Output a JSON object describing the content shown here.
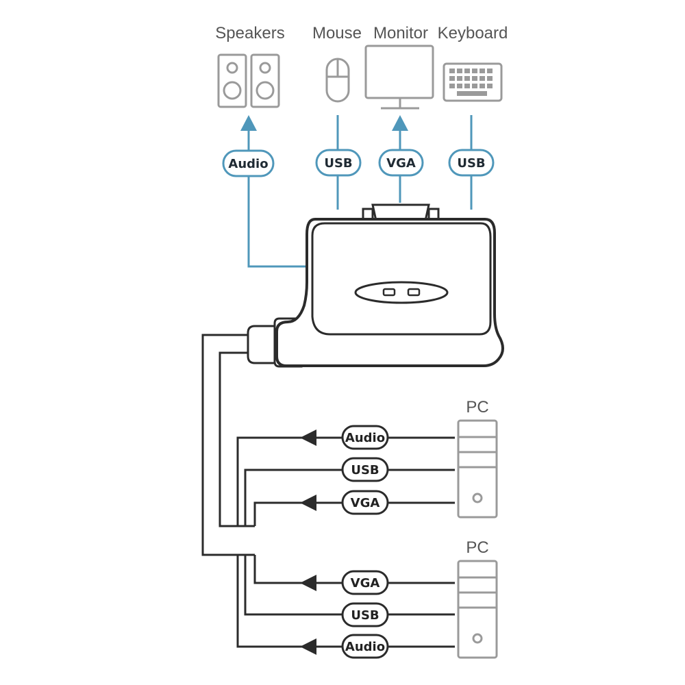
{
  "colors": {
    "blue": "#4f97ba",
    "dark": "#2b2b2b",
    "gray": "#9a9a9a",
    "fill": "#ffffff"
  },
  "devices": {
    "speakers": "Speakers",
    "mouse": "Mouse",
    "monitor": "Monitor",
    "keyboard": "Keyboard",
    "pc1": "PC",
    "pc2": "PC"
  },
  "top_cables": {
    "audio": "Audio",
    "usb_mouse": "USB",
    "vga": "VGA",
    "usb_keyboard": "USB"
  },
  "pc1_cables": [
    "Audio",
    "USB",
    "VGA"
  ],
  "pc2_cables": [
    "VGA",
    "USB",
    "Audio"
  ]
}
